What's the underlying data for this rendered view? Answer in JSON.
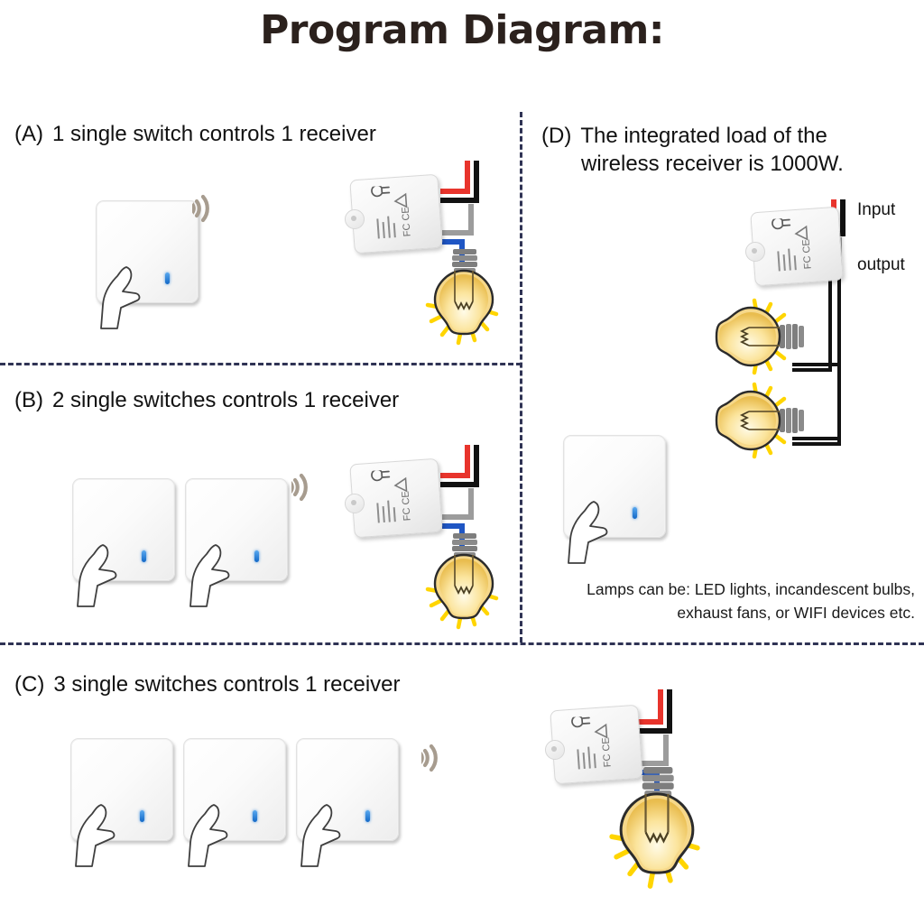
{
  "page": {
    "title": "Program Diagram:",
    "background": "#ffffff",
    "divider_color": "#2f3354",
    "led_color": "#1267c6",
    "glow_color": "#ffd84d"
  },
  "sections": [
    {
      "tag": "(A)",
      "heading": "1 single switch controls 1 receiver",
      "switch_count": 1,
      "receiver_count": 1,
      "bulb_count": 1
    },
    {
      "tag": "(B)",
      "heading": "2 single switches controls  1 receiver",
      "switch_count": 2,
      "receiver_count": 1,
      "bulb_count": 1
    },
    {
      "tag": "(C)",
      "heading": "3 single switches controls  1 receiver",
      "switch_count": 3,
      "receiver_count": 1,
      "bulb_count": 1
    },
    {
      "tag": "(D)",
      "heading_line1": "The integrated load of the",
      "heading_line2": "wireless receiver is 1000W.",
      "switch_count": 1,
      "receiver_count": 1,
      "bulb_count": 2,
      "wire_labels": {
        "input": "Input",
        "output": "output"
      },
      "note_line1": "Lamps can be:  LED lights, incandescent bulbs,",
      "note_line2": "exhaust fans, or WIFI devices etc."
    }
  ],
  "receiver": {
    "cert_marks": "FC CE",
    "icon": "power-button-icon"
  },
  "wire_colors": {
    "live": "#e8342c",
    "neutral": "#121212",
    "load_blue": "#1f56c4",
    "load_gray": "#9c9c9c"
  },
  "icons": {
    "wireless": "wireless-signal-icon",
    "hand": "pressing-hand-icon",
    "bulb": "light-bulb-icon"
  }
}
